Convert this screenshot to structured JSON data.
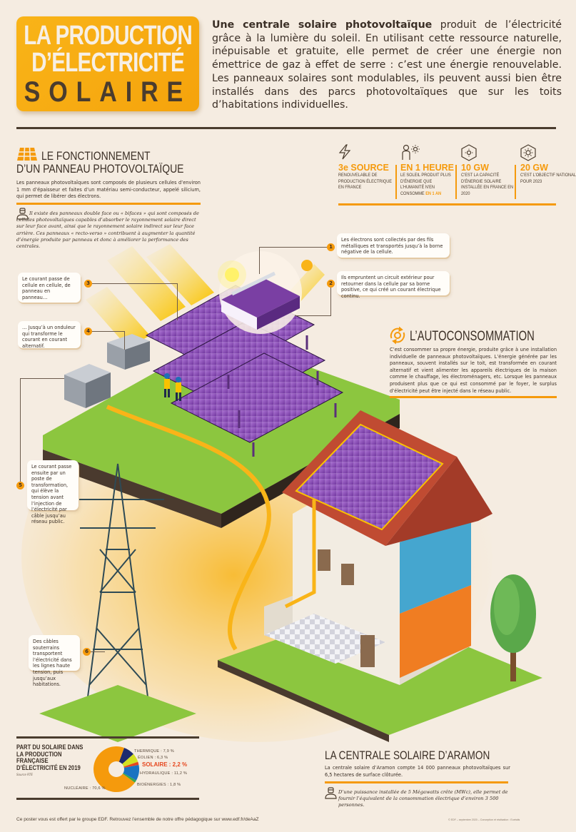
{
  "header": {
    "title_line1": "LA PRODUCTION",
    "title_line2": "D’ÉLECTRICITÉ",
    "title_line3": "SOLAIRE",
    "intro_bold": "Une centrale solaire photovoltaïque",
    "intro_rest": " produit de l’électricité grâce à la lumière du soleil. En utilisant cette ressource naturelle, inépuisable et gratuite, elle permet de créer une énergie non émettrice de gaz à effet de serre : c’est une énergie renouvelable. Les panneaux solaires sont modulables, ils peuvent aussi bien être installés dans des parcs photovoltaïques que sur les toits d’habitations individuelles."
  },
  "fonctionnement": {
    "icon": "solar-panel-icon",
    "title_line1": "LE FONCTIONNEMENT",
    "title_line2": "D’UN PANNEAU PHOTOVOLTAÏQUE",
    "body": "Les panneaux photovoltaïques sont composés de plusieurs cellules d’environ 1 mm d’épaisseur et faites d’un matériau semi-conducteur, appelé silicium, qui permet de libérer des électrons.",
    "tip_icon": "expert-avatar-icon",
    "tip": "Il existe des panneaux double face ou « bifaces » qui sont composés de cellules photovoltaïques capables d’absorber le rayonnement solaire direct sur leur face avant, ainsi que le rayonnement solaire indirect sur leur face arrière. Ces panneaux « recto-verso » contribuent à augmenter la quantité d’énergie produite par panneau et donc à améliorer la performance des centrales."
  },
  "stats": [
    {
      "icon": "lightning-icon",
      "value": "3e SOURCE",
      "desc": "RENOUVELABLE DE PRODUCTION ÉLECTRIQUE EN FRANCE",
      "highlight": ""
    },
    {
      "icon": "person-sun-icon",
      "value": "EN 1 HEURE",
      "desc": "LE SOLEIL PRODUIT PLUS D’ÉNERGIE QUE L’HUMANITÉ N’EN CONSOMME ",
      "highlight": "EN 1 AN"
    },
    {
      "icon": "hexagon-sun-icon",
      "value": "10 GW",
      "desc": "C’EST LA CAPACITÉ D’ÉNERGIE SOLAIRE INSTALLÉE EN FRANCE EN 2020",
      "highlight": ""
    },
    {
      "icon": "hexagon-sun-icon",
      "value": "20 GW",
      "desc": "C’EST L’OBJECTIF NATIONAL POUR 2023",
      "highlight": ""
    }
  ],
  "steps": [
    {
      "num": "1",
      "text": "Les électrons sont collectés par des fils métalliques et transportés jusqu’à la borne négative de la cellule."
    },
    {
      "num": "2",
      "text": "Ils empruntent un circuit extérieur pour retourner dans la cellule par sa borne positive, ce qui créé un courant électrique continu."
    },
    {
      "num": "3",
      "text": "Le courant passe de cellule en cellule, de panneau en panneau…"
    },
    {
      "num": "4",
      "text": "… Jusqu’à un onduleur qui transforme le courant en courant alternatif."
    },
    {
      "num": "5",
      "text": "Le courant passe ensuite par un poste de transformation, qui élève la tension avant l’injection de l’électricité par câble jusqu’au réseau public."
    },
    {
      "num": "6",
      "text": "Des câbles souterrains transportent l’électricité dans les lignes haute tension, puis jusqu’aux habitations."
    }
  ],
  "autoconsommation": {
    "icon": "recycle-sun-icon",
    "title": "L’AUTOCONSOMMATION",
    "body": "C’est consommer sa propre énergie, produite grâce à une installation individuelle de panneaux photovoltaïques. L’énergie générée par les panneaux, souvent installés sur le toit, est transformée en courant alternatif et vient alimenter les appareils électriques de la maison comme le chauffage, les électroménagers, etc. Lorsque les panneaux produisent plus que ce qui est consommé par le foyer, le surplus d’électricité peut être injecté dans le réseau public."
  },
  "chart_data": {
    "type": "pie",
    "title": "PART DU SOLAIRE DANS LA PRODUCTION FRANÇAISE D’ÉLECTRICITÉ EN 2019",
    "source": "Source RTE",
    "categories": [
      "NUCLÉAIRE",
      "THERMIQUE",
      "ÉOLIEN",
      "SOLAIRE",
      "HYDRAULIQUE",
      "BIOÉNERGIES"
    ],
    "values": [
      70.6,
      7.9,
      6.3,
      2.2,
      11.2,
      1.8
    ],
    "labels": [
      "NUCLÉAIRE : 70,6 %",
      "THERMIQUE : 7,9 %",
      "ÉOLIEN : 6,3 %",
      "SOLAIRE : 2,2 %",
      "HYDRAULIQUE : 11,2 %",
      "BIOÉNERGIES : 1,8 %"
    ],
    "colors": [
      "#f59a0c",
      "#1e2a6e",
      "#d4e021",
      "#e6471e",
      "#1a73c2",
      "#3aa84a"
    ],
    "donut": true
  },
  "aramon": {
    "title": "LA CENTRALE SOLAIRE D’ARAMON",
    "body": "La centrale solaire d’Aramon compte 14 000 panneaux photovoltaïques sur 6,5 hectares de surface clôturée.",
    "tip_icon": "expert-avatar-icon",
    "tip": "D’une puissance installée de 5 Mégawatts crête (MWc), elle permet de fournir l’équivalent de la consommation électrique d’environ 3 500 personnes."
  },
  "footer": {
    "left": "Ce poster vous est offert par le groupe EDF. Retrouvez l’ensemble de notre offre pédagogique sur www.edf.fr/deAaZ",
    "right": "© EDF – septembre 2020 – Conception et réalisation : Euréalis"
  },
  "colors": {
    "background": "#f5ece1",
    "accent_orange": "#f59a0c",
    "title_yellow": "#f9b418",
    "dark_brown": "#4a3c2e",
    "panel_purple": "#7a3fa3",
    "grass_green": "#8cc63f"
  }
}
